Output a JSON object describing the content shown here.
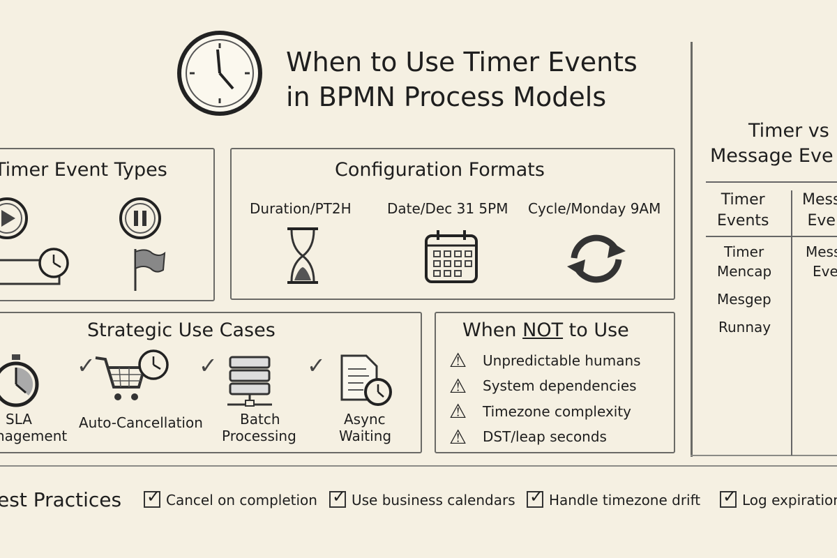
{
  "header": {
    "title_line1": "When to Use Timer Events",
    "title_line2": "in BPMN Process Models",
    "icon": "clock-icon"
  },
  "timer_event_types": {
    "heading": "Timer Event Types",
    "icons": [
      "start-timer-icon",
      "intermediate-timer-icon",
      "boundary-timer-icon",
      "end-flag-icon"
    ]
  },
  "configuration_formats": {
    "heading": "Configuration Formats",
    "items": [
      {
        "label": "Duration/PT2H",
        "icon": "hourglass-icon"
      },
      {
        "label": "Date/Dec 31 5PM",
        "icon": "calendar-icon"
      },
      {
        "label": "Cycle/Monday 9AM",
        "icon": "cycle-arrows-icon"
      }
    ]
  },
  "strategic_use_cases": {
    "heading": "Strategic Use Cases",
    "items": [
      {
        "line1": "SLA",
        "line2": "nagement",
        "icon": "stopwatch-icon"
      },
      {
        "line1": "Auto-Cancellation",
        "line2": "",
        "icon": "cart-clock-icon"
      },
      {
        "line1": "Batch",
        "line2": "Processing",
        "icon": "server-icon"
      },
      {
        "line1": "Async",
        "line2": "Waiting",
        "icon": "document-clock-icon"
      }
    ]
  },
  "when_not": {
    "heading_pre": "When ",
    "heading_em": "NOT",
    "heading_post": " to Use",
    "items": [
      "Unpredictable humans",
      "System dependencies",
      "Timezone complexity",
      "DST/leap seconds"
    ]
  },
  "comparison": {
    "heading_line1": "Timer vs",
    "heading_line2": "Message Eve",
    "columns": [
      {
        "line1": "Timer",
        "line2": "Events"
      },
      {
        "line1": "Mess",
        "line2": "Eve"
      }
    ],
    "col1_rows": [
      "Timer",
      "Mencap",
      "Mesgep",
      "Runnay"
    ],
    "col2_rows": [
      "Mess",
      "Eve"
    ]
  },
  "best_practices": {
    "heading": "est Practices",
    "items": [
      "Cancel on completion",
      "Use business calendars",
      "Handle timezone drift",
      "Log expiration"
    ]
  },
  "colors": {
    "background": "#f5f0e2",
    "ink": "#1e1e1e",
    "line": "#6a6a66"
  }
}
